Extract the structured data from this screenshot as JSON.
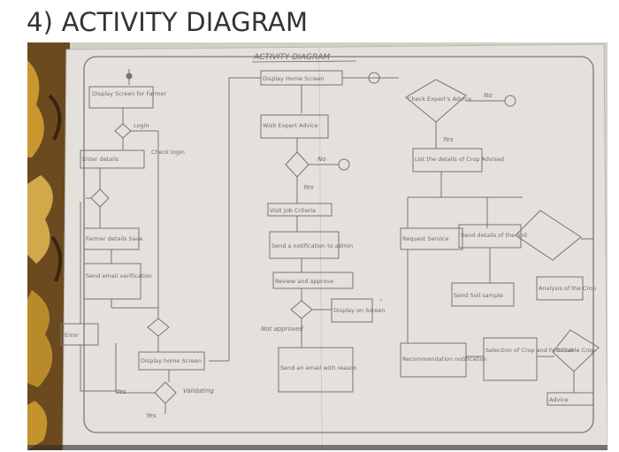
{
  "page": {
    "title": "4) ACTIVITY DIAGRAM"
  },
  "diagram": {
    "heading": "ACTIVITY DIAGRAM",
    "labels": {
      "yes_left": "Yes",
      "validating": "Validating",
      "yes_bottom": "Yes",
      "no_mid": "No",
      "yes_mid": "Yes",
      "not_approved": "Not approved",
      "yes_right": "Yes",
      "no_right": "No"
    },
    "nodes": {
      "n1": "Display Screen for Farmer",
      "n2": "Login",
      "n3": "Enter details",
      "n4": "Farmer details Save",
      "n5": "Send email verification",
      "n6": "Display home Screen",
      "n7": "Check login",
      "n8": "Error",
      "n9": "Display Home Screen",
      "n10": "Wish Expert Advice",
      "n11": "Visit Job Criteria",
      "n12": "Send a notification to admin",
      "n13": "Review and approve",
      "n14": "Display on Screen",
      "n15": "Send an email with reason",
      "n16": "Check Expert's Advice",
      "n17": "List the details of Crop Advised",
      "n18": "Request Service",
      "n19": "Send details of the Soil",
      "n20": "Send Soil sample",
      "n21": "Analysis of the Crop",
      "n22": "Recommendation notification",
      "n23": "Selection of Crop and Fertilizer",
      "n24": "Suitable Crop",
      "n25": "Advice"
    }
  }
}
